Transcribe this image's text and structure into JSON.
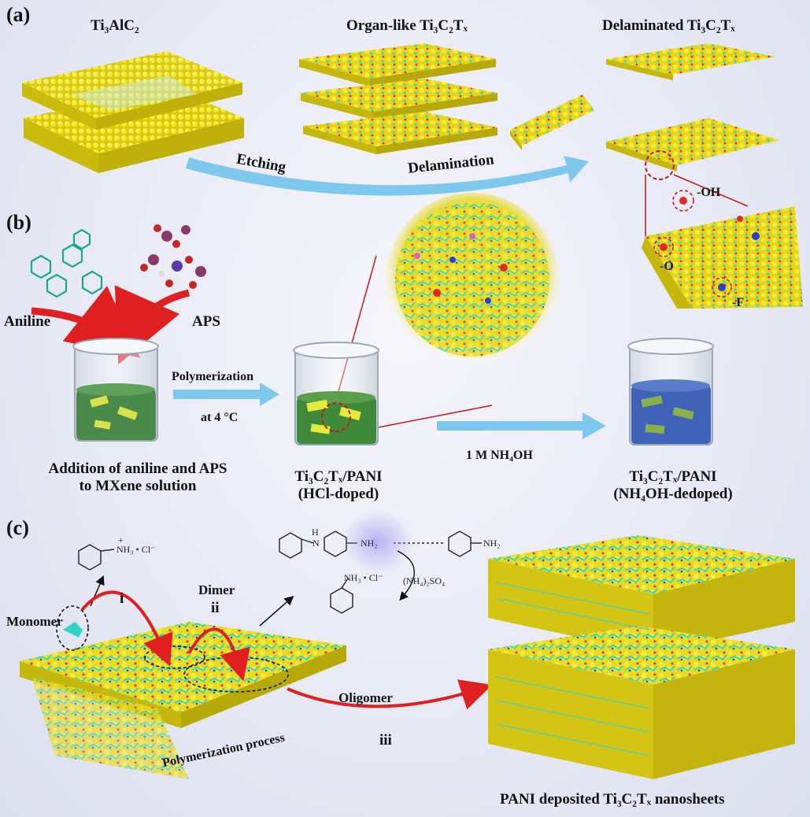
{
  "panels": {
    "a": "(a)",
    "b": "(b)",
    "c": "(c)"
  },
  "panel_a": {
    "ti3alc2": "Ti₃AlC₂",
    "organ_like": "Organ-like Ti₃C₂Tₓ",
    "delaminated": "Delaminated Ti₃C₂Tₓ",
    "etching": "Etching",
    "delamination": "Delamination",
    "oh": "-OH",
    "o": "-O",
    "f": "-F"
  },
  "panel_b": {
    "aniline": "Aniline",
    "aps": "APS",
    "polymerization": "Polymerization",
    "temperature": "at 4 °C",
    "nh4oh": "1 M NH₄OH",
    "addition_line1": "Addition of aniline and APS",
    "addition_line2": "to MXene solution",
    "hcl_line1": "Ti₃C₂Tₓ/PANI",
    "hcl_line2": "(HCl-doped)",
    "nh4oh_line1": "Ti₃C₂Tₓ/PANI",
    "nh4oh_line2": "(NH₄OH-dedoped)"
  },
  "panel_c": {
    "monomer": "Monomer",
    "step_i": "i",
    "dimer": "Dimer",
    "step_ii": "ii",
    "oligomer": "Oligomer",
    "step_iii": "iii",
    "process": "Polymerization process",
    "result": "PANI deposited Ti₃C₂Tₓ nanosheets",
    "chem_monomer": "NH₃ • Cl⁻",
    "chem_dimer_h": "H",
    "chem_dimer_n1": "N",
    "chem_dimer_nh2a": "NH₂",
    "chem_dimer_nh2b": "NH₂",
    "chem_salt": "NH₃ • Cl⁻",
    "chem_aps": "(NH₄)₂SO₄"
  },
  "colors": {
    "ti_atom": "#f2e41a",
    "arrow_blue": "#7ec8ee",
    "arrow_red": "#e02020",
    "pani": "#33d4c4",
    "solution_green": "#4a8a4a",
    "solution_blue": "#3f63b8"
  }
}
